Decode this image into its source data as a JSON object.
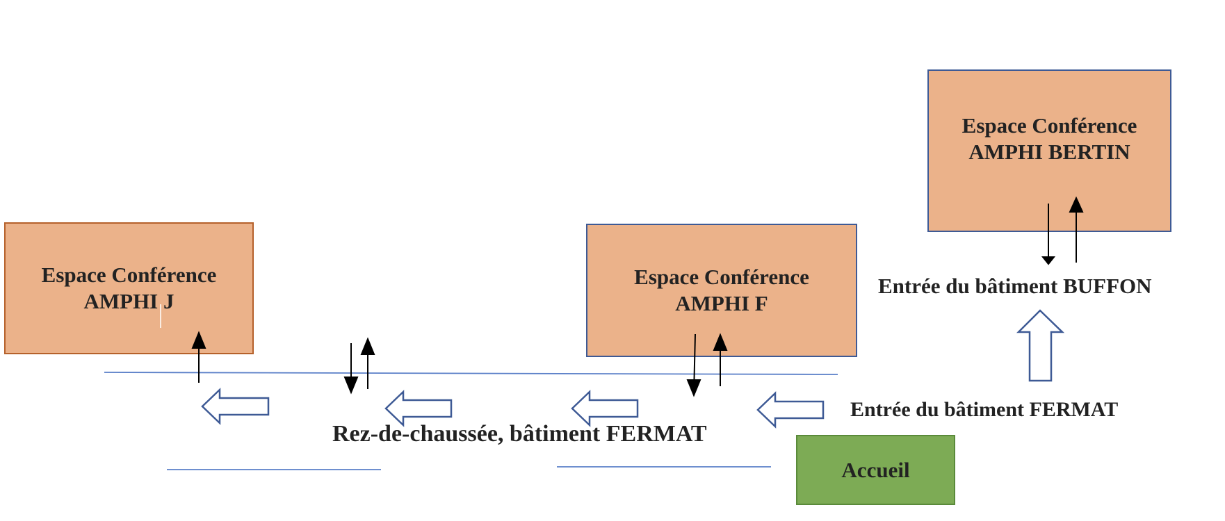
{
  "rooms": {
    "amphi_j": {
      "line1": "Espace Conférence",
      "line2": "AMPHI J"
    },
    "amphi_f": {
      "line1": "Espace Conférence",
      "line2": "AMPHI F"
    },
    "amphi_bertin": {
      "line1": "Espace Conférence",
      "line2": "AMPHI BERTIN"
    }
  },
  "labels": {
    "buffon_entrance": "Entrée du bâtiment BUFFON",
    "fermat_entrance": "Entrée du bâtiment FERMAT",
    "corridor": "Rez-de-chaussée, bâtiment FERMAT",
    "reception": "Accueil"
  },
  "colors": {
    "room_fill": "#ebb28a",
    "room_border_j": "#b5612b",
    "room_border_blue": "#3e5a95",
    "reception_fill": "#7dab55",
    "reception_border": "#5a8a3a",
    "arrow_outline": "#3e5a95",
    "corridor_line": "#5a7fc8"
  }
}
